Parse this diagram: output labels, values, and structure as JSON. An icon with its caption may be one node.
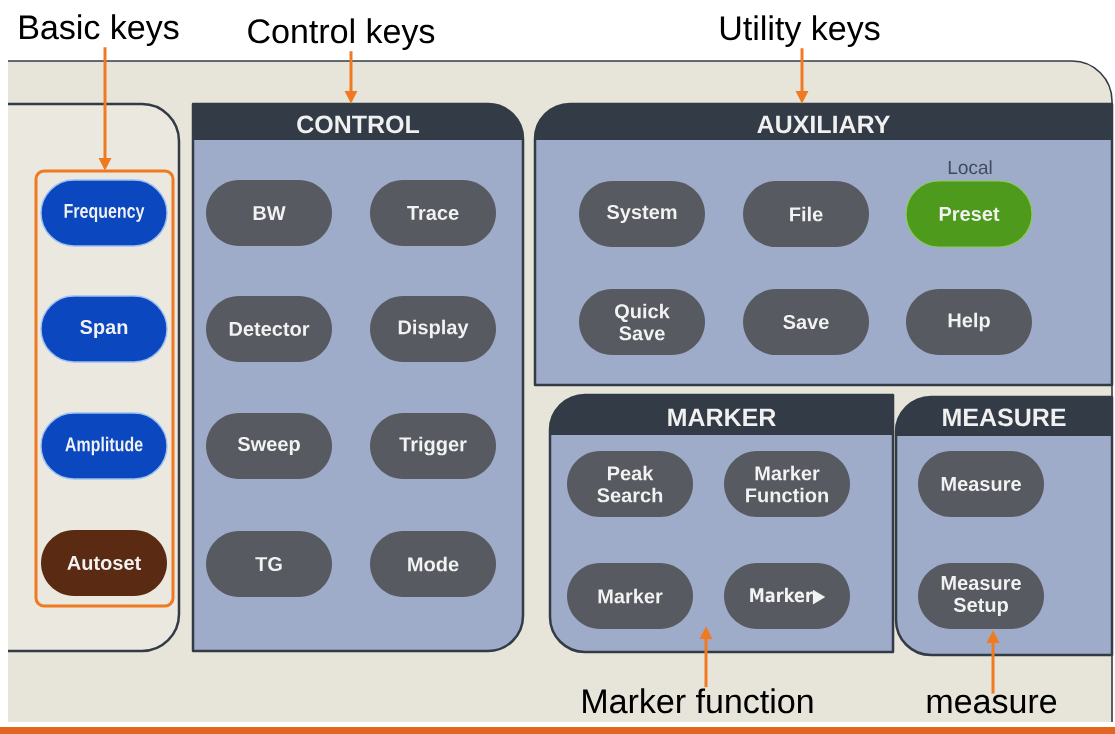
{
  "diagram": {
    "nodes": [
      {
        "text": [
          "Basic keys"
        ]
      },
      {
        "text": [
          "Control keys"
        ]
      },
      {
        "text": [
          "Utility keys"
        ]
      },
      {
        "text": [],
        "shape": "box"
      },
      {
        "text": [],
        "shape": "box",
        "in": 3
      },
      {
        "text": [
          "Frequency"
        ],
        "in": 4
      },
      {
        "text": [
          "Span"
        ],
        "in": 4
      },
      {
        "text": [
          "Amplitude"
        ],
        "in": 4
      },
      {
        "text": [
          "Autoset"
        ],
        "in": 4
      },
      {
        "text": [
          "CONTROL"
        ]
      },
      {
        "text": [
          "BW"
        ],
        "in": 9
      },
      {
        "text": [
          "Trace"
        ],
        "in": 9
      },
      {
        "text": [
          "Detector"
        ],
        "in": 9
      },
      {
        "text": [
          "Display"
        ],
        "in": 9
      },
      {
        "text": [
          "Sweep"
        ],
        "in": 9
      },
      {
        "text": [
          "Trigger"
        ],
        "in": 9
      },
      {
        "text": [
          "TG"
        ],
        "in": 9
      },
      {
        "text": [
          "Mode"
        ],
        "in": 9
      },
      {
        "text": [
          "AUXILIARY"
        ]
      },
      {
        "text": [
          "System"
        ],
        "in": 18
      },
      {
        "text": [
          "File"
        ],
        "in": 18
      },
      {
        "text": [
          "Preset"
        ],
        "in": 18,
        "beside": [
          "Local"
        ]
      },
      {
        "text": [
          "Quick Save"
        ],
        "in": 18
      },
      {
        "text": [
          "Save"
        ],
        "in": 18
      },
      {
        "text": [
          "Help"
        ],
        "in": 18
      },
      {
        "text": [
          "MARKER"
        ]
      },
      {
        "text": [
          "Peak Search"
        ],
        "in": 25
      },
      {
        "text": [
          "Marker Function"
        ],
        "in": 25
      },
      {
        "text": [
          "Marker"
        ],
        "in": 25
      },
      {
        "text": [
          "Marker▶"
        ],
        "in": 25
      },
      {
        "text": [
          "MEASURE"
        ]
      },
      {
        "text": [
          "Measure"
        ],
        "in": 30
      },
      {
        "text": [
          "Measure Setup"
        ],
        "in": 30
      },
      {
        "text": [
          "Marker function"
        ]
      },
      {
        "text": [
          "measure"
        ]
      }
    ],
    "edges": [
      {
        "from": 0,
        "to": 4,
        "arrow": "to"
      },
      {
        "from": 1,
        "to": 9,
        "arrow": "to"
      },
      {
        "from": 2,
        "to": 18,
        "arrow": "to"
      },
      {
        "from": 33,
        "to": 25,
        "arrow": "to"
      },
      {
        "from": 34,
        "to": 30,
        "arrow": "to"
      }
    ]
  }
}
